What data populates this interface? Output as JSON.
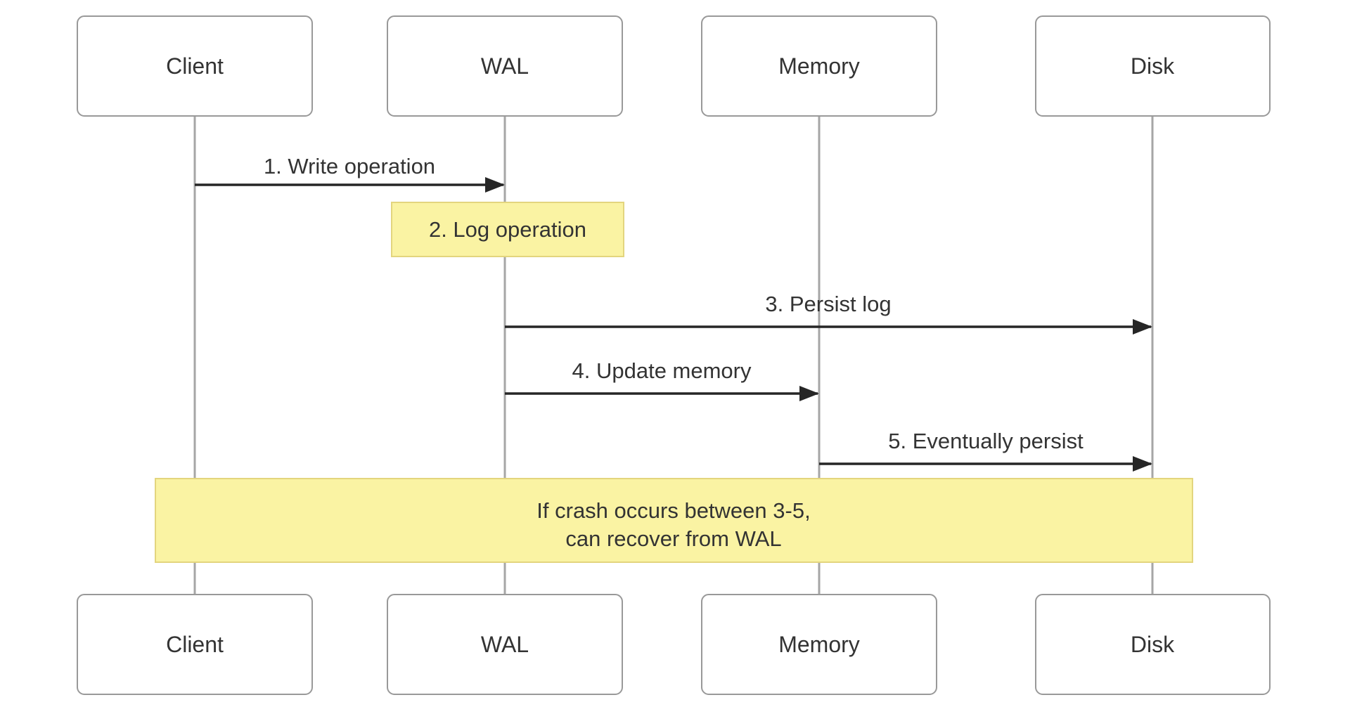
{
  "diagram": {
    "type": "sequence-diagram",
    "participants": [
      {
        "id": "client",
        "label": "Client"
      },
      {
        "id": "wal",
        "label": "WAL"
      },
      {
        "id": "memory",
        "label": "Memory"
      },
      {
        "id": "disk",
        "label": "Disk"
      }
    ],
    "messages": [
      {
        "seq": 1,
        "label": "1. Write operation",
        "from": "Client",
        "to": "WAL"
      },
      {
        "seq": 3,
        "label": "3. Persist log",
        "from": "WAL",
        "to": "Disk"
      },
      {
        "seq": 4,
        "label": "4. Update memory",
        "from": "WAL",
        "to": "Memory"
      },
      {
        "seq": 5,
        "label": "5. Eventually persist",
        "from": "Memory",
        "to": "Disk"
      }
    ],
    "notes": [
      {
        "seq": 2,
        "text": "2. Log operation",
        "over": "WAL"
      },
      {
        "lines": [
          "If crash occurs between 3-5,",
          "can recover from WAL"
        ],
        "over": "all participants"
      }
    ],
    "colors": {
      "background": "#FFFFFF",
      "box_fill": "#FFFFFF",
      "box_border": "#999999",
      "lifeline": "#A6A6A6",
      "arrow": "#262626",
      "text": "#333333",
      "note_fill": "#FAF3A3",
      "note_border": "#E3D57E"
    }
  }
}
